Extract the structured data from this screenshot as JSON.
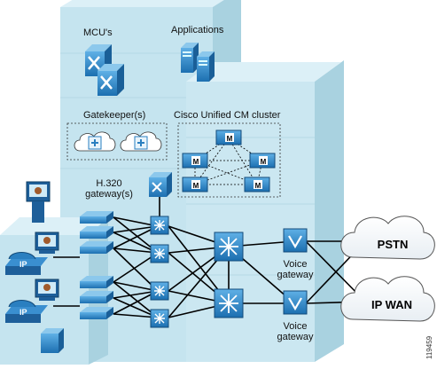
{
  "labels": {
    "mcus": "MCU's",
    "applications": "Applications",
    "gatekeepers": "Gatekeeper(s)",
    "cucm_cluster": "Cisco Unified CM cluster",
    "h320_line1": "H.320",
    "h320_line2": "gateway(s)",
    "voice_gw_top_line1": "Voice",
    "voice_gw_top_line2": "gateway",
    "voice_gw_bottom_line1": "Voice",
    "voice_gw_bottom_line2": "gateway",
    "pstn": "PSTN",
    "ipwan": "IP WAN",
    "figure_id": "119459"
  },
  "badges": {
    "m": "M",
    "ip": "IP"
  },
  "colors": {
    "building_front": "#c5e4ef",
    "building_side": "#a9d2e0",
    "building_top": "#dcf0f7",
    "device_blue": "#2a7fc0",
    "device_light": "#cfeaf7",
    "line": "#000000"
  },
  "icons": [
    "mcu-icon",
    "server-icon",
    "gatekeeper-icon",
    "callmanager-icon",
    "h320-gateway-icon",
    "switch-icon",
    "router-icon",
    "voice-gateway-icon",
    "ip-phone-icon",
    "video-terminal-icon",
    "cloud-icon"
  ]
}
